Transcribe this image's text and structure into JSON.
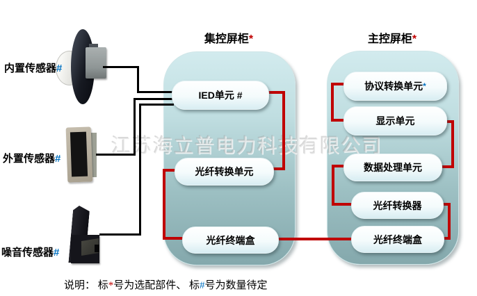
{
  "watermark": "江苏海立普电力科技有限公司",
  "sensors": [
    {
      "label": "内置传感器",
      "suffix": "#"
    },
    {
      "label": "外置传感器",
      "suffix": "#"
    },
    {
      "label": "噪音传感器",
      "suffix": "#"
    }
  ],
  "panels": {
    "central": {
      "title": "集控屏柜",
      "title_star": "*",
      "boxes": [
        {
          "label": "IED单元 #"
        },
        {
          "label": "光纤转换单元"
        },
        {
          "label": "光纤终端盒"
        }
      ]
    },
    "main": {
      "title": "主控屏柜",
      "title_star": "*",
      "boxes": [
        {
          "label": "协议转换单元",
          "suffix": " *"
        },
        {
          "label": "显示单元"
        },
        {
          "label": "数据处理单元"
        },
        {
          "label": "光纤转换器"
        },
        {
          "label": "光纤终端盒"
        }
      ]
    }
  },
  "note": {
    "prefix": "说明： 标",
    "star": "*",
    "mid": "号为选配部件、 标",
    "hash": "#",
    "suffix": "号为数量待定"
  },
  "colors": {
    "connector_red": "#c00000",
    "connector_black": "#000000",
    "marker_blue": "#0070c0",
    "panel_top": "#d2ebee",
    "panel_bottom": "#84a8ac",
    "box_fill": "#f4fbfc"
  }
}
